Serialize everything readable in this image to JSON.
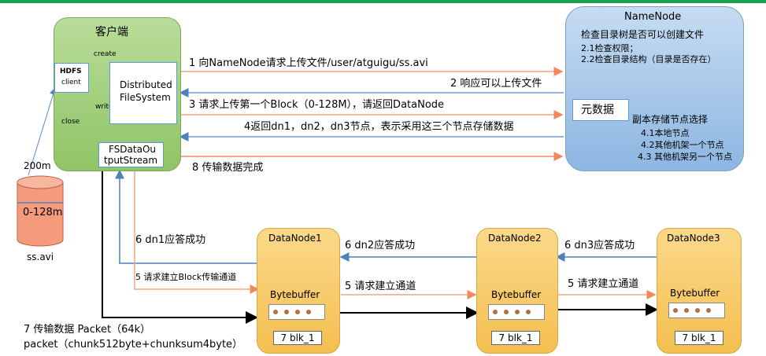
{
  "client": {
    "title": "客户端",
    "hdfs_client": [
      "HDFS",
      "client"
    ],
    "dfs": [
      "Distributed",
      "FileSystem"
    ],
    "fsdos": [
      "FSDataOu",
      "tputStream"
    ],
    "arrow_create": "create",
    "arrow_write": "write",
    "arrow_close": "close"
  },
  "disk": {
    "size_label": "200m",
    "range_label": "0-128m",
    "file_label": "ss.avi"
  },
  "namenode": {
    "title": "NameNode",
    "check": "检查目录树是否可以创建文件",
    "check1": "2.1检查权限；",
    "check2": "2.2检查目录结构（目录是否存在）",
    "metadata": "元数据",
    "replica_title": "副本存储节点选择",
    "replica1": "4.1本地节点",
    "replica2": "4.2其他机架一个节点",
    "replica3": "4.3 其他机架另一个节点"
  },
  "messages": {
    "m1": "1 向NameNode请求上传文件/user/atguigu/ss.avi",
    "m2": "2 响应可以上传文件",
    "m3": "3 请求上传第一个Block（0-128M），请返回DataNode",
    "m4": "4返回dn1，dn2，dn3节点，表示采用这三个节点存储数据",
    "m8": "8 传输数据完成"
  },
  "datanodes": [
    {
      "name": "DataNode1",
      "buffer": "Bytebuffer",
      "block": "7 blk_1"
    },
    {
      "name": "DataNode2",
      "buffer": "Bytebuffer",
      "block": "7 blk_1"
    },
    {
      "name": "DataNode3",
      "buffer": "Bytebuffer",
      "block": "7 blk_1"
    }
  ],
  "pipeline": {
    "ack_dn1": "6 dn1应答成功",
    "ack_dn2": "6 dn2应答成功",
    "ack_dn3": "6 dn3应答成功",
    "req_channel_client": "5 请求建立Block传输通道",
    "req_channel_dn1": "5 请求建立通道",
    "req_channel_dn2": "5 请求建立通道",
    "transfer": "7 传输数据 Packet（64k）",
    "packet": "packet（chunk512byte+chunksum4byte）"
  },
  "colors": {
    "client_green": "#8fc465",
    "namenode_blue": "#8db6e2",
    "datanode_orange": "#f5bf50",
    "request_arrow": "#f4a582",
    "response_arrow": "#5b8fc8"
  }
}
